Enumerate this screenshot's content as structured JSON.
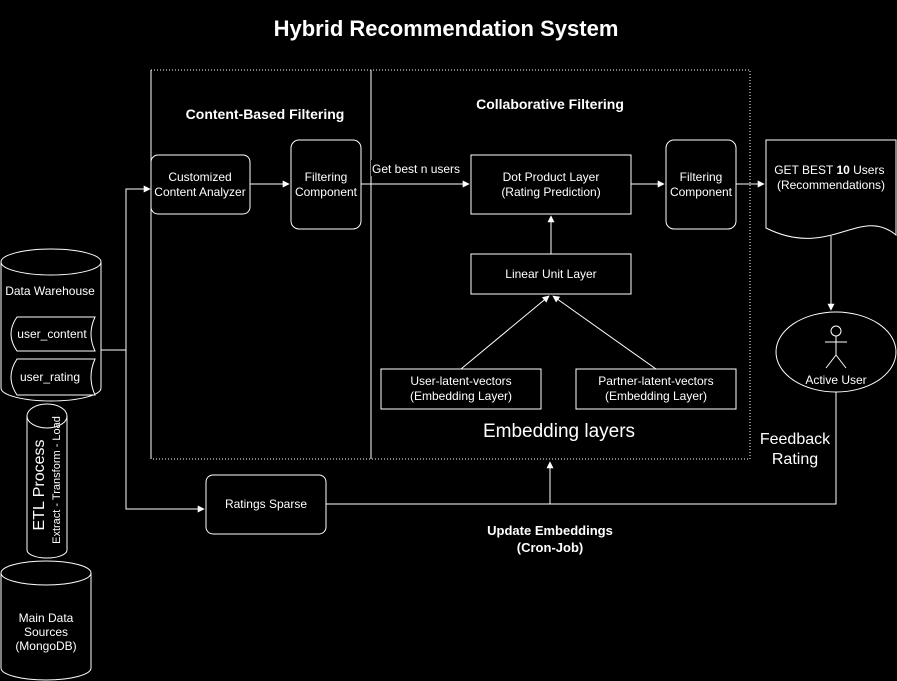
{
  "title": "Hybrid Recommendation System",
  "sections": {
    "content_based": "Content-Based Filtering",
    "collaborative": "Collaborative Filtering",
    "embedding": "Embedding layers"
  },
  "nodes": {
    "analyzer": [
      "Customized",
      "Content Analyzer"
    ],
    "cb_filter": [
      "Filtering",
      "Component"
    ],
    "dot": [
      "Dot Product Layer",
      "(Rating Prediction)"
    ],
    "cf_filter": [
      "Filtering",
      "Component"
    ],
    "linear": "Linear Unit Layer",
    "user_latent": [
      "User-latent-vectors",
      "(Embedding Layer)"
    ],
    "partner_latent": [
      "Partner-latent-vectors",
      "(Embedding Layer)"
    ],
    "ratings_sparse": "Ratings Sparse",
    "best_users": {
      "prefix": "GET BEST ",
      "count": "10",
      "suffix": " Users",
      "line2": "(Recommendations)"
    },
    "active_user": "Active User",
    "warehouse": "Data Warehouse",
    "user_content": "user_content",
    "user_rating": "user_rating",
    "etl": "ETL Process",
    "etl_sub": "Extract - Transform - Load",
    "sources": [
      "Main Data",
      "Sources",
      "(MongoDB)"
    ]
  },
  "edges": {
    "get_best": "Get best n users",
    "feedback": [
      "Feedback",
      "Rating"
    ],
    "update": [
      "Update Embeddings",
      "(Cron-Job)"
    ]
  }
}
